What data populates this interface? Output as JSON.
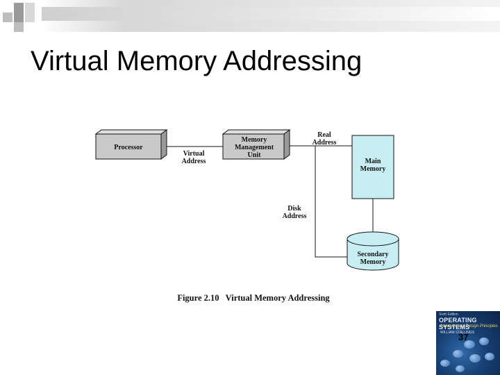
{
  "slide": {
    "title": "Virtual Memory Addressing",
    "page_number": "37"
  },
  "diagram": {
    "nodes": {
      "processor": "Processor",
      "mmu_line1": "Memory",
      "mmu_line2": "Management",
      "mmu_line3": "Unit",
      "main_memory_line1": "Main",
      "main_memory_line2": "Memory",
      "secondary_memory_line1": "Secondary",
      "secondary_memory_line2": "Memory"
    },
    "edges": {
      "virtual_address_line1": "Virtual",
      "virtual_address_line2": "Address",
      "real_address_line1": "Real",
      "real_address_line2": "Address",
      "disk_address_line1": "Disk",
      "disk_address_line2": "Address"
    },
    "caption": "Figure 2.10   Virtual Memory Addressing",
    "colors": {
      "box_fill": "#c9c9c9",
      "box_side": "#9a9a9a",
      "memory_fill": "#c6eef3",
      "line": "#111111"
    }
  },
  "book_cover": {
    "line1": "Sixth Edition",
    "line2": "OPERATING SYSTEMS",
    "line3": "Internals and Design Principles",
    "line4": "WILLIAM STALLINGS"
  }
}
